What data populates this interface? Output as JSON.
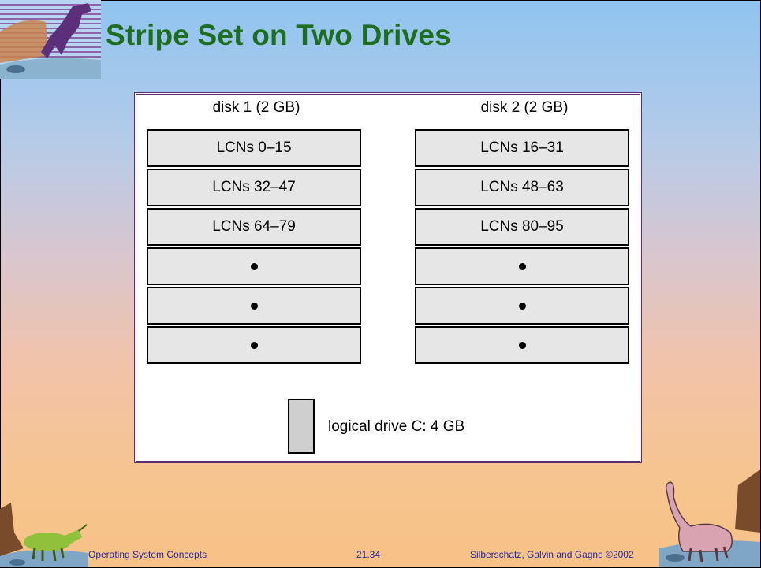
{
  "slide": {
    "title": "Stripe Set on Two Drives",
    "colors": {
      "title": "#1f6e1f",
      "frame": "#5a2d6e",
      "block_fill": "#e6e6e6",
      "legend_fill": "#cfcfcf",
      "footer_text": "#2a2a9a"
    }
  },
  "diagram": {
    "disk1": {
      "title": "disk 1 (2 GB)",
      "blocks": [
        "LCNs 0–15",
        "LCNs 32–47",
        "LCNs 64–79",
        "",
        "",
        ""
      ]
    },
    "disk2": {
      "title": "disk 2 (2 GB)",
      "blocks": [
        "LCNs 16–31",
        "LCNs 48–63",
        "LCNs 80–95",
        "",
        "",
        ""
      ]
    },
    "legend": {
      "label": "logical drive C: 4 GB"
    }
  },
  "footer": {
    "left": "Operating System Concepts",
    "center": "21.34",
    "right": "Silberschatz, Galvin and Gagne ©2002"
  },
  "decorations": [
    "dinosaur-top-left",
    "triceratops-bottom-left",
    "brontosaurus-bottom-right"
  ]
}
